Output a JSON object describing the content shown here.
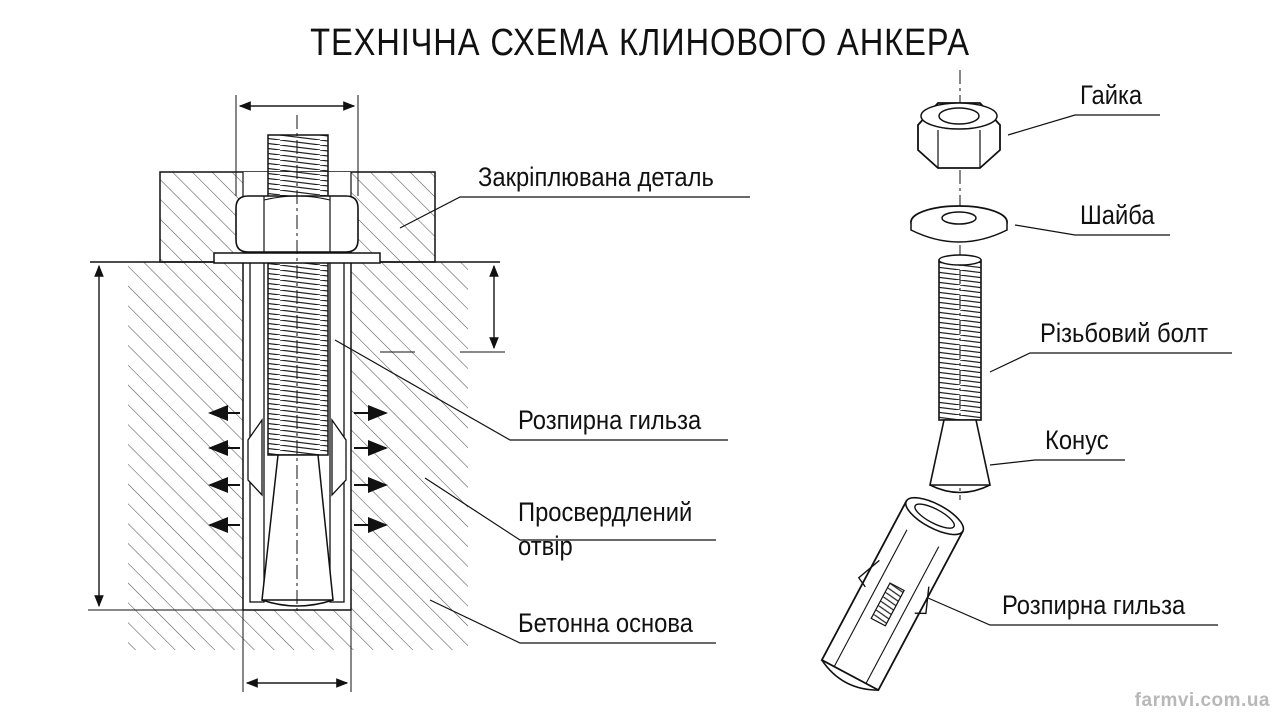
{
  "title": "ТЕХНІЧНА СХЕМА КЛИНОВОГО АНКЕРА",
  "labels": {
    "fixed_part": "Закріплювана деталь",
    "expansion_sleeve_left": "Розпирна гильза",
    "drilled_hole_line1": "Просвердлений",
    "drilled_hole_line2": "отвір",
    "concrete_base": "Бетонна основа",
    "nut": "Гайка",
    "washer": "Шайба",
    "threaded_bolt": "Різьбовий болт",
    "cone": "Конус",
    "expansion_sleeve_right": "Розпирна гильза"
  },
  "watermark": "farmvi.com.ua",
  "colors": {
    "ink": "#111111",
    "hatch": "#444444",
    "fill": "#ffffff",
    "watermark": "#b8b8b8"
  }
}
